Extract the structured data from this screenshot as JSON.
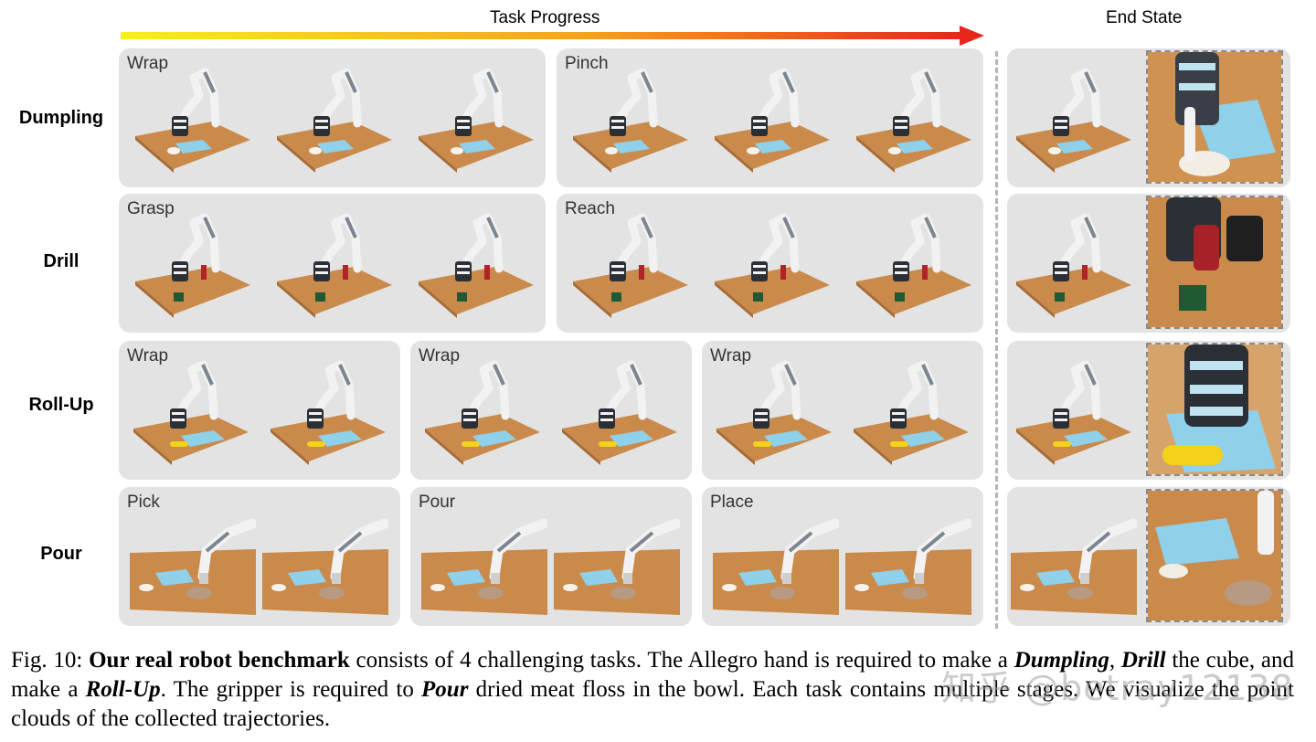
{
  "header": {
    "progress_label": "Task Progress",
    "end_state_label": "End State",
    "arrow_gradient": [
      "#f5f01a",
      "#f7a31c",
      "#e8261c"
    ]
  },
  "rows": [
    {
      "label": "Dumpling",
      "stages": [
        "Wrap",
        "Pinch"
      ],
      "object_color": "#8fd0ea"
    },
    {
      "label": "Drill",
      "stages": [
        "Grasp",
        "Reach"
      ],
      "object_color": "#1f5a35"
    },
    {
      "label": "Roll-Up",
      "stages": [
        "Wrap",
        "Wrap",
        "Wrap"
      ],
      "object_color": "#f4d21a"
    },
    {
      "label": "Pour",
      "stages": [
        "Pick",
        "Pour",
        "Place"
      ],
      "object_color": "#8fd0ea"
    }
  ],
  "caption": {
    "fig": "Fig. 10: ",
    "bold_title": "Our real robot benchmark",
    "t1": " consists of 4 challenging tasks. The Allegro hand is required to make a ",
    "task_dumpling": "Dumpling",
    "sep1": ", ",
    "task_drill": "Drill",
    "t2": " the cube, and make a ",
    "task_rollup": "Roll-Up",
    "t3": ". The gripper is required to ",
    "task_pour": "Pour",
    "t4": " dried meat floss in the bowl. Each task contains multiple stages. We visualize the point clouds of the collected trajectories."
  },
  "watermark": "知乎 @betray12138",
  "colors": {
    "panel_bg": "#e3e3e3",
    "table_wood": "#c98a4b",
    "robot_white": "#f2f2f2",
    "robot_gray": "#7d8590"
  }
}
